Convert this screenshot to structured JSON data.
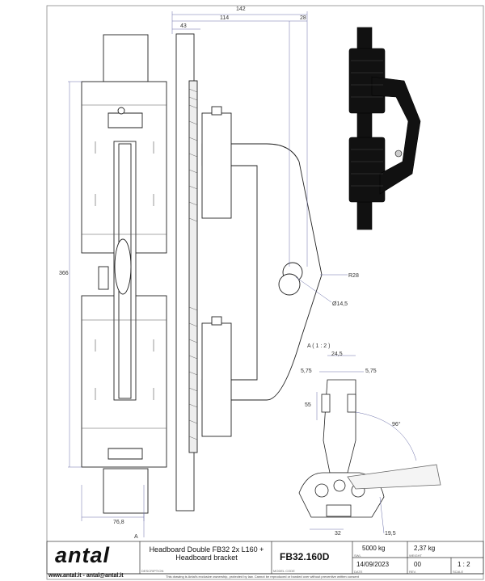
{
  "drawing": {
    "dimensions": {
      "overall_width": "142",
      "offset_114": "114",
      "offset_43": "43",
      "offset_28": "28",
      "height_366": "366",
      "width_76_8": "76,8",
      "radius": "R28",
      "hole_diameter": "Ø14,5",
      "detail_label": "A ( 1 : 2 )",
      "detail_24_5": "24,5",
      "detail_5_75_left": "5,75",
      "detail_5_75_right": "5,75",
      "detail_55": "55",
      "detail_angle": "96°",
      "detail_32": "32",
      "detail_19_5": "19,5",
      "section_marker": "A"
    }
  },
  "title_block": {
    "logo": "antal",
    "website": "www.antal.it",
    "email": "antal@antal.it",
    "description": "Headboard Double FB32 2x L160 + Headboard bracket",
    "description_label": "DESCRIPTION",
    "code": "FB32.160D",
    "code_label": "MODEL CODE",
    "load": "5000 kg",
    "load_label": "SWL",
    "weight": "2,37 kg",
    "weight_label": "WEIGHT",
    "date": "14/09/2023",
    "date_label": "DATE",
    "revision": "00",
    "revision_label": "REV.",
    "scale": "1 : 2",
    "scale_label": "SCALE",
    "disclaimer": "This drawing is Antal's exclusive ownership, protected by law. Cannot be reproduced or handed over without preventive written consent"
  }
}
